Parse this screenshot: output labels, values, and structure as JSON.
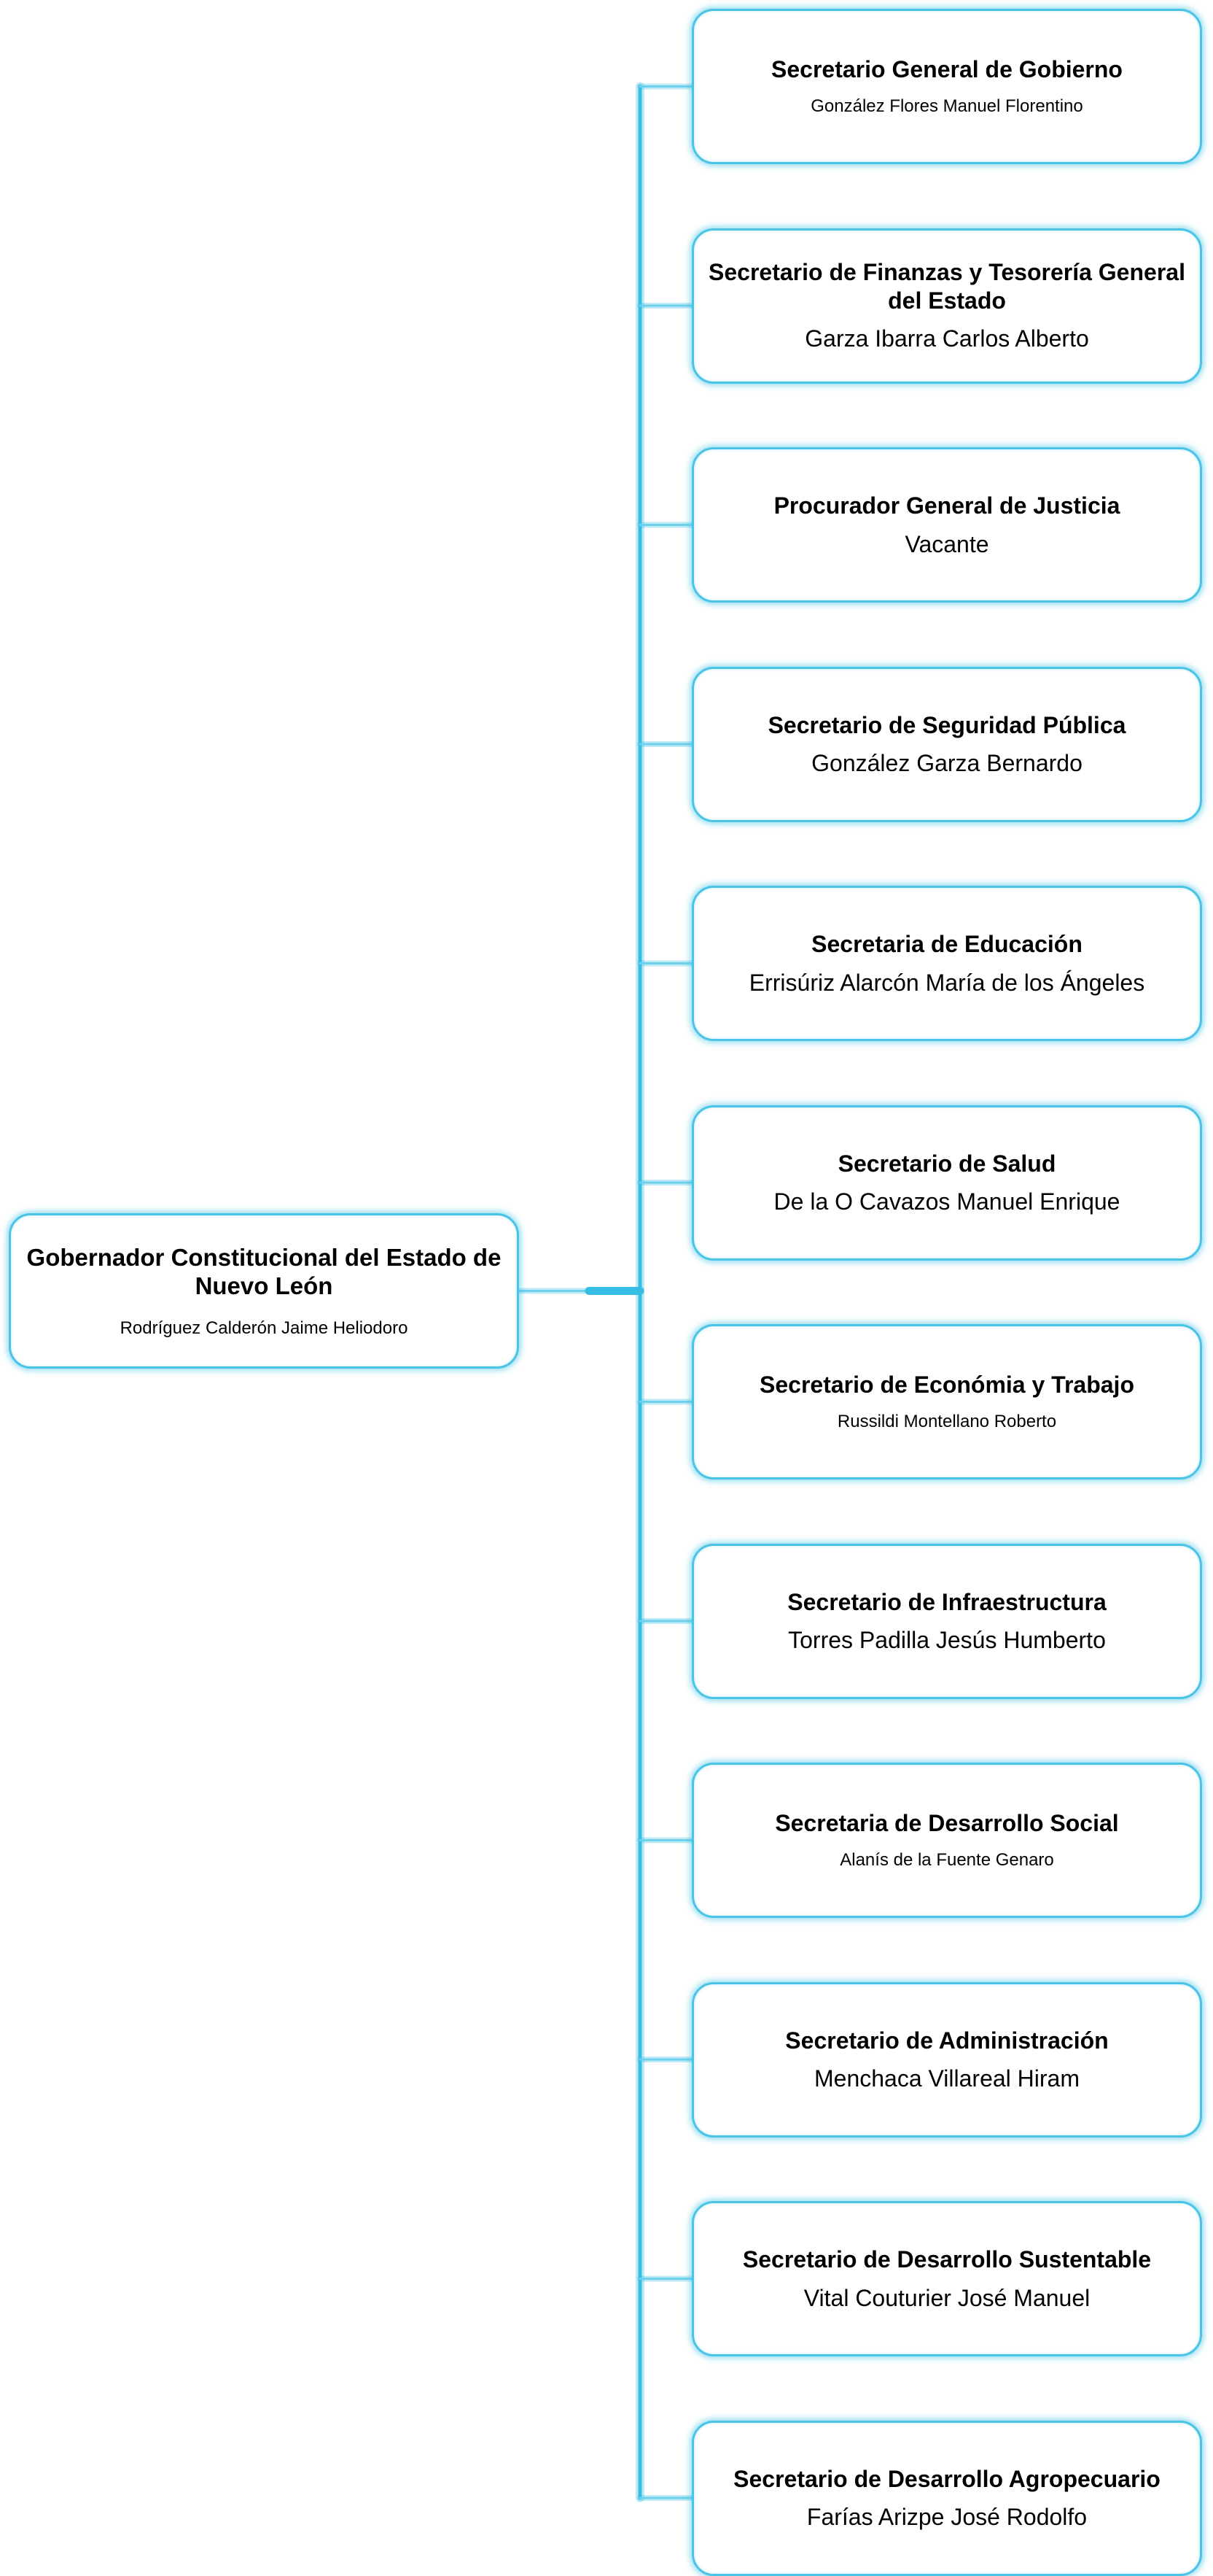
{
  "root": {
    "title": "Gobernador Constitucional del Estado de Nuevo León",
    "name": "Rodríguez Calderón Jaime Heliodoro"
  },
  "children": [
    {
      "title": "Secretario General de Gobierno",
      "name": "González Flores Manuel Florentino",
      "name_size": "small"
    },
    {
      "title": "Secretario de Finanzas y Tesorería  General del Estado",
      "name": "Garza Ibarra Carlos Alberto",
      "name_size": "large"
    },
    {
      "title": "Procurador General de Justicia",
      "name": "Vacante",
      "name_size": "large"
    },
    {
      "title": "Secretario de Seguridad Pública",
      "name": "González Garza Bernardo",
      "name_size": "large"
    },
    {
      "title": "Secretaria de Educación",
      "name": "Errisúriz Alarcón María de los Ángeles",
      "name_size": "large"
    },
    {
      "title": "Secretario de Salud",
      "name": "De la O Cavazos Manuel Enrique",
      "name_size": "large"
    },
    {
      "title": "Secretario de Económia y Trabajo",
      "name": "Russildi Montellano Roberto",
      "name_size": "small"
    },
    {
      "title": "Secretario de Infraestructura",
      "name": "Torres Padilla Jesús Humberto",
      "name_size": "large"
    },
    {
      "title": "Secretaria de Desarrollo Social",
      "name": "Alanís de la Fuente Genaro",
      "name_size": "small"
    },
    {
      "title": "Secretario de Administración",
      "name": "Menchaca Villareal Hiram",
      "name_size": "large"
    },
    {
      "title": "Secretario de Desarrollo Sustentable",
      "name": "Vital Couturier José Manuel",
      "name_size": "large"
    },
    {
      "title": "Secretario de Desarrollo Agropecuario",
      "name": "Farías Arizpe José Rodolfo",
      "name_size": "large"
    }
  ],
  "colors": {
    "accent": "#49c4e6",
    "connector": "#6fd0ec",
    "trunk": "#35bde3"
  }
}
